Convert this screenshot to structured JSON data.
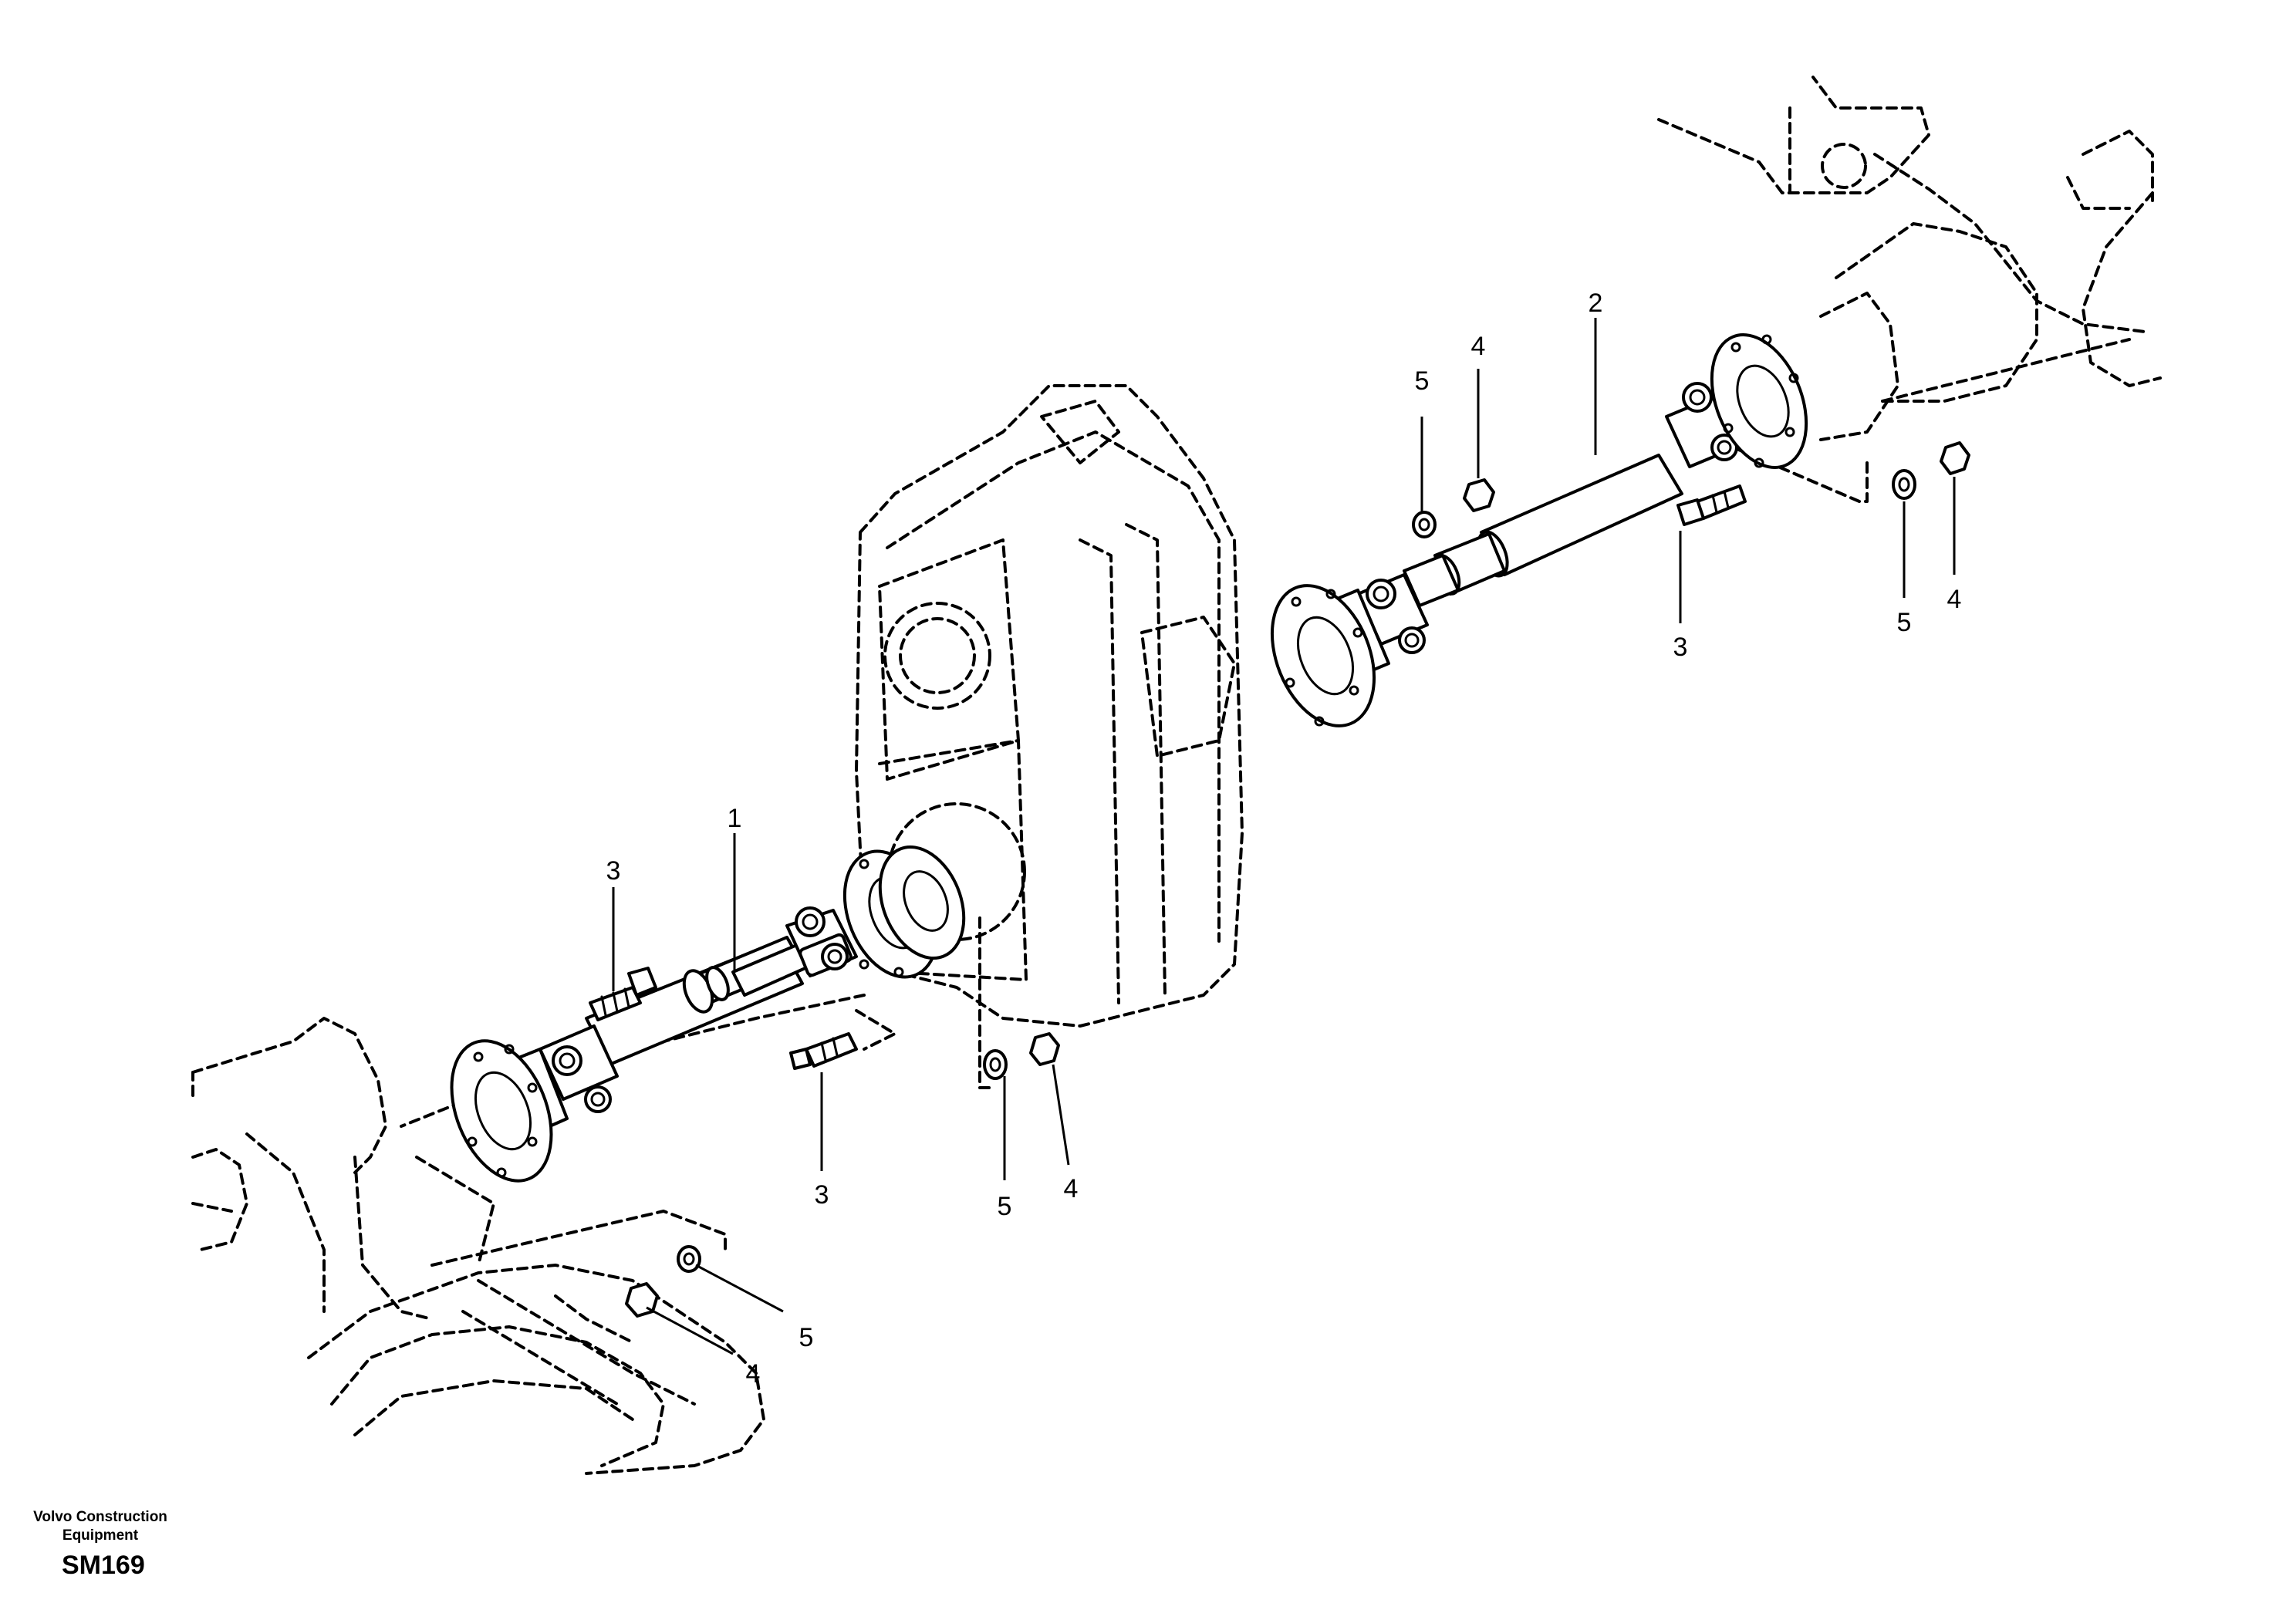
{
  "diagram": {
    "callouts": {
      "rear_shaft": "1",
      "front_shaft": "2",
      "rear_bolt": "3",
      "rear_lock_washer": "5",
      "rear_nut": "4",
      "lower_nut": "4",
      "lower_lock_washer": "5",
      "front_lock_washer_left": "5",
      "front_nut_left": "4",
      "front_bolt": "3",
      "front_lock_washer_right": "5",
      "front_nut_right": "4"
    }
  },
  "footer": {
    "brand": "Volvo Construction Equipment",
    "code": "SM169"
  }
}
